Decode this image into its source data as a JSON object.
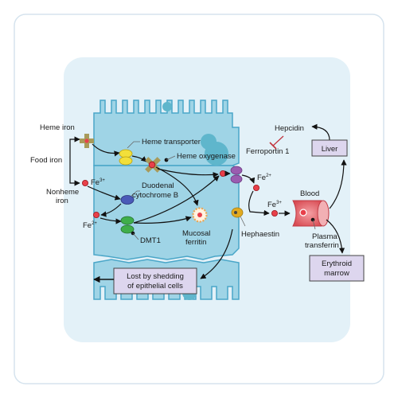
{
  "labels": {
    "heme_iron": "Heme iron",
    "food_iron": "Food iron",
    "nonheme_iron_line1": "Nonheme",
    "nonheme_iron_line2": "iron",
    "heme_transporter": "Heme transporter",
    "heme_oxygenase": "Heme oxygenase",
    "ferroportin": "Ferroportin 1",
    "hepcidin": "Hepcidin",
    "duodenal_line1": "Duodenal",
    "duodenal_line2": "cytochrome B",
    "dmt1": "DMT1",
    "mucosal_line1": "Mucosal",
    "mucosal_line2": "ferritin",
    "hephaestin": "Hephaestin",
    "blood": "Blood",
    "plasma_line1": "Plasma",
    "plasma_line2": "transferrin",
    "fe": "Fe",
    "fe3_charge": "3+",
    "fe2_charge": "2+"
  },
  "boxes": {
    "liver": "Liver",
    "erythroid_line1": "Erythroid",
    "erythroid_line2": "marrow",
    "lost_line1": "Lost by shedding",
    "lost_line2": "of epithelial cells"
  },
  "colors": {
    "outer_border": "#d5e3ee",
    "panel_bg": "#e3f1f8",
    "cell_fill": "#9fd4e6",
    "cell_stroke": "#4aa6c8",
    "nucleus": "#5fb6cc",
    "box_fill": "#ddd6ee",
    "box_stroke": "#444444",
    "iron_red": "#e8404a",
    "heme_olive": "#a89a5a",
    "transporter_yellow": "#f2df3a",
    "cytochrome_blue": "#4a5ab8",
    "dmt1_green": "#3fae4a",
    "ferroportin_purple": "#9a5cb0",
    "hephaestin_gold": "#e2aa20",
    "ferritin_orange": "#e8a85a",
    "vessel_red": "#e86a70",
    "inhibit_red": "#c0303a"
  }
}
